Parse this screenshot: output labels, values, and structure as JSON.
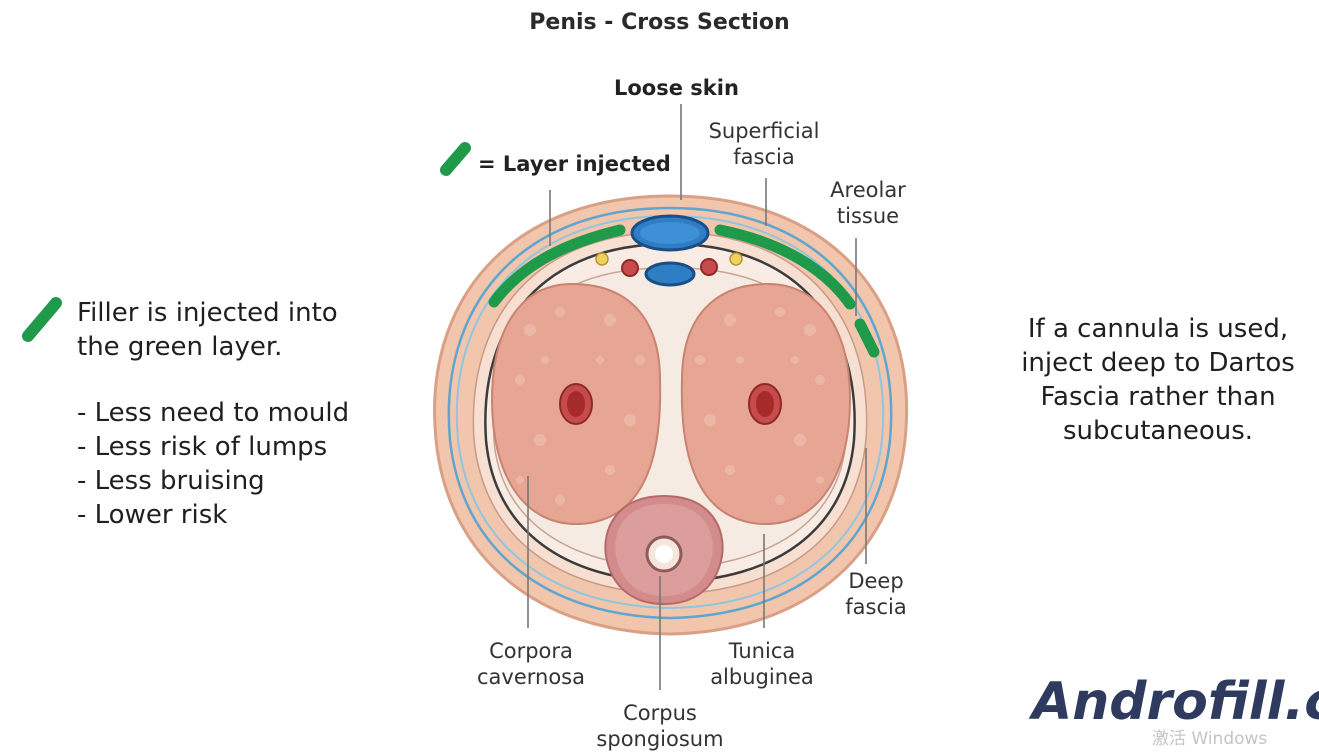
{
  "title": "Penis - Cross Section",
  "legend": {
    "text": "= Layer injected"
  },
  "labels": {
    "loose_skin": "Loose skin",
    "superficial_fascia_1": "Superficial",
    "superficial_fascia_2": "fascia",
    "areolar_1": "Areolar",
    "areolar_2": "tissue",
    "deep_fascia_1": "Deep",
    "deep_fascia_2": "fascia",
    "corpora_1": "Corpora",
    "corpora_2": "cavernosa",
    "tunica_1": "Tunica",
    "tunica_2": "albuginea",
    "spongiosum_1": "Corpus",
    "spongiosum_2": "spongiosum"
  },
  "left_panel": {
    "line1": "Filler is injected into",
    "line2": "the green layer.",
    "bullets": [
      "- Less need to mould",
      "- Less risk of lumps",
      "- Less bruising",
      "- Lower risk"
    ]
  },
  "right_panel": {
    "line1": "If a cannula is used,",
    "line2": "inject deep to Dartos",
    "line3": "Fascia rather than",
    "line4": "subcutaneous."
  },
  "logo": "Androfill.co",
  "watermark": "激活 Windows",
  "colors": {
    "green": "#1f9a4a",
    "skin": "#f2c5ad",
    "cavernosa": "#e7a593",
    "vessel_blue": "#2f7dc4"
  }
}
